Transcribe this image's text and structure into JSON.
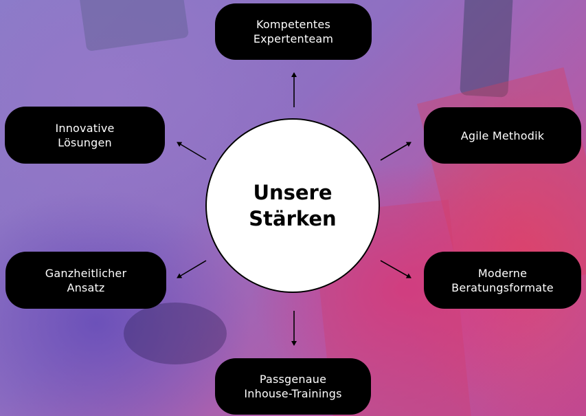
{
  "center": {
    "title": "Unsere\nStärken"
  },
  "nodes": {
    "top": "Kompetentes\nExpertenteam",
    "upper_left": "Innovative\nLösungen",
    "upper_right": "Agile Methodik",
    "lower_left": "Ganzheitlicher\nAnsatz",
    "lower_right": "Moderne\nBeratungsformate",
    "bottom": "Passgenaue\nInhouse-Trainings"
  },
  "colors": {
    "node_fill": "#000000",
    "node_text": "#ffffff",
    "center_fill": "#ffffff",
    "center_text": "#000000",
    "arrow": "#000000"
  }
}
